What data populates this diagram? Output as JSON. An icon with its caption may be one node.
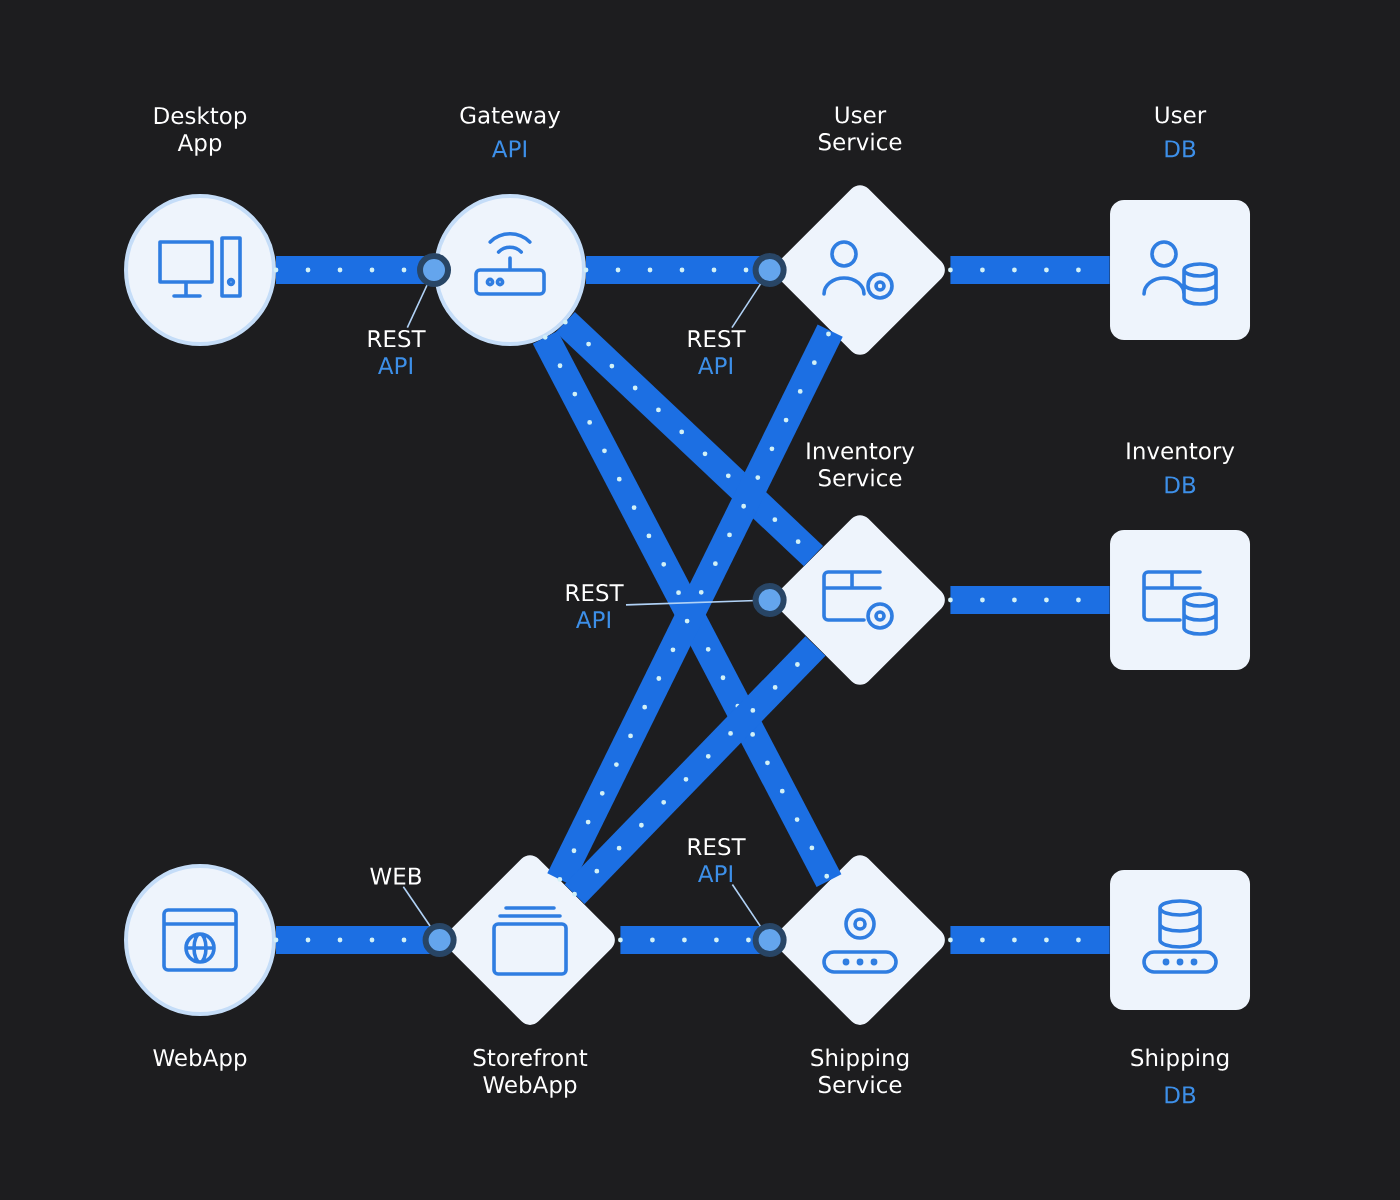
{
  "diagram": {
    "nodes": [
      {
        "text": [
          "Desktop App"
        ]
      },
      {
        "text": [
          "Gateway",
          "API"
        ]
      },
      {
        "text": [
          "User Service"
        ]
      },
      {
        "text": [
          "User",
          "DB"
        ]
      },
      {
        "text": [
          "Inventory Service"
        ]
      },
      {
        "text": [
          "Inventory",
          "DB"
        ]
      },
      {
        "text": [
          "WebApp"
        ]
      },
      {
        "text": [
          "Storefront WebApp"
        ]
      },
      {
        "text": [
          "Shipping Service"
        ]
      },
      {
        "text": [
          "Shipping",
          "DB"
        ]
      },
      {
        "text": [
          "REST",
          "API"
        ]
      },
      {
        "text": [
          "REST",
          "API"
        ]
      },
      {
        "text": [
          "REST",
          "API"
        ]
      },
      {
        "text": [
          "WEB"
        ]
      },
      {
        "text": [
          "REST",
          "API"
        ]
      }
    ],
    "edges": [
      {
        "from": 0,
        "to": 1,
        "arrow": "none"
      },
      {
        "from": 1,
        "to": 2,
        "arrow": "none"
      },
      {
        "from": 2,
        "to": 3,
        "arrow": "none"
      },
      {
        "from": 1,
        "to": 4,
        "arrow": "none"
      },
      {
        "from": 1,
        "to": 8,
        "arrow": "none"
      },
      {
        "from": 4,
        "to": 5,
        "arrow": "none"
      },
      {
        "from": 7,
        "to": 2,
        "arrow": "none"
      },
      {
        "from": 7,
        "to": 4,
        "arrow": "none"
      },
      {
        "from": 6,
        "to": 7,
        "arrow": "none"
      },
      {
        "from": 7,
        "to": 8,
        "arrow": "none"
      },
      {
        "from": 8,
        "to": 9,
        "arrow": "none"
      },
      {
        "from": 10,
        "to": 1,
        "arrow": "none",
        "color": "#b1d2f6"
      },
      {
        "from": 11,
        "to": 2,
        "arrow": "none",
        "color": "#b1d2f6"
      },
      {
        "from": 12,
        "to": 4,
        "arrow": "none",
        "color": "#b1d2f6"
      },
      {
        "from": 13,
        "to": 7,
        "arrow": "none",
        "color": "#b1d2f6"
      },
      {
        "from": 14,
        "to": 8,
        "arrow": "none",
        "color": "#b1d2f6"
      }
    ]
  }
}
